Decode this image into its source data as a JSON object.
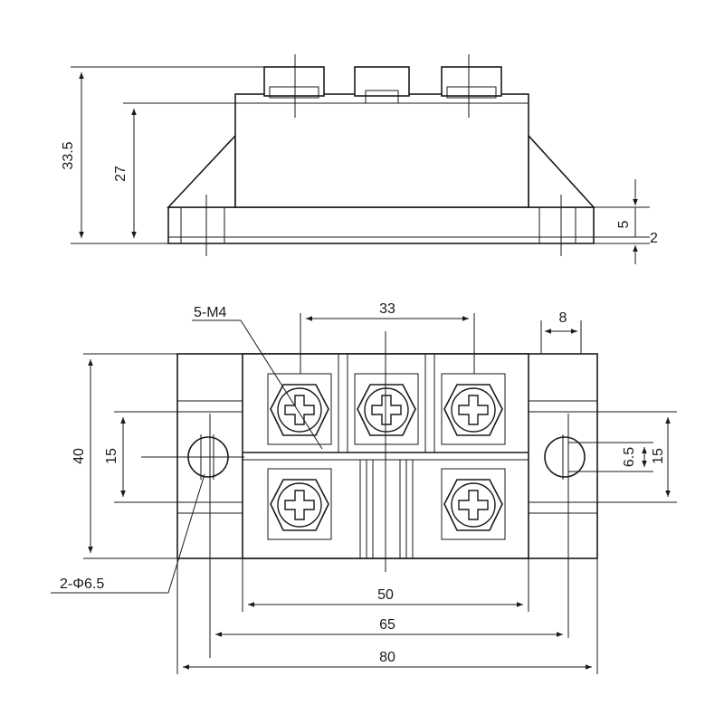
{
  "dimensions": {
    "side_total_height": "33.5",
    "side_body_height": "27",
    "side_base_height": "5",
    "side_base_plate": "2",
    "top_terminal_pitch": "33",
    "top_mount_width": "8",
    "top_total_height": "40",
    "top_mount_spacing": "15",
    "top_right_spacing": "15",
    "top_hole_offset": "6.5",
    "top_body_width": "50",
    "top_mount_pitch": "65",
    "top_total_width": "80"
  },
  "callouts": {
    "screws": "5-M4",
    "holes": "2-Φ6.5"
  },
  "colors": {
    "line": "#1a1a1a",
    "background": "#ffffff"
  }
}
